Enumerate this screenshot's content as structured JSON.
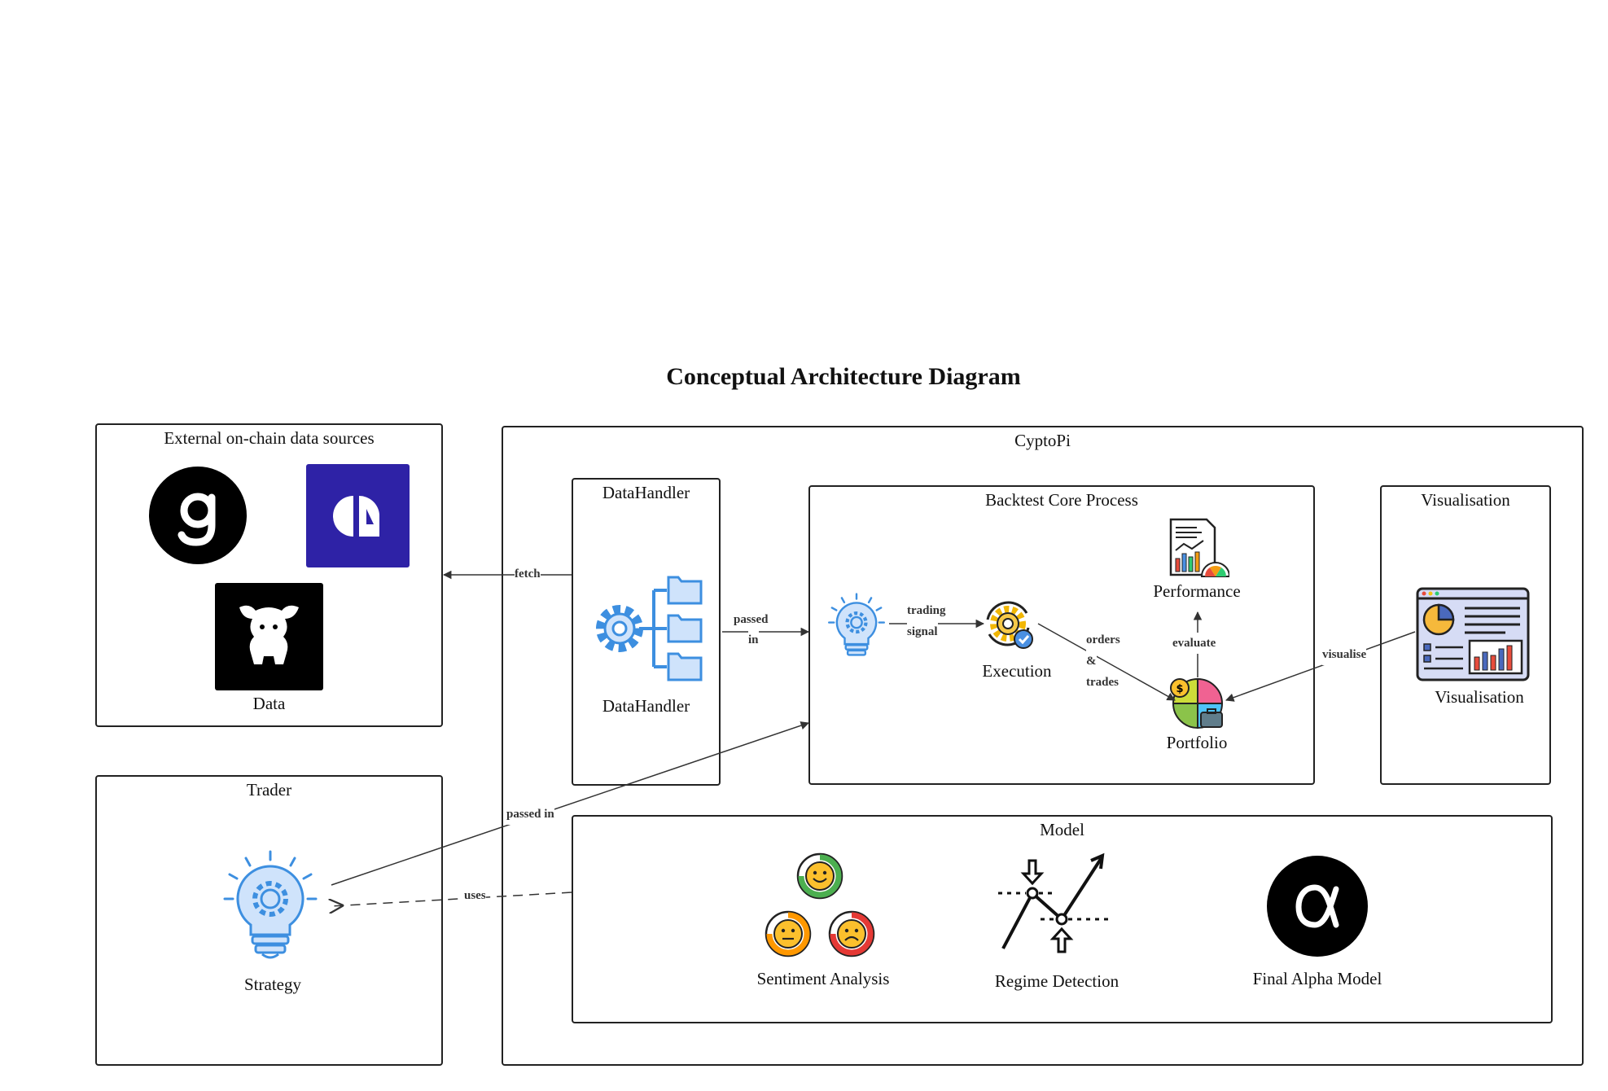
{
  "title": "Conceptual Architecture Diagram",
  "external": {
    "title": "External on-chain data sources",
    "data_label": "Data"
  },
  "trader": {
    "title": "Trader",
    "strategy_label": "Strategy"
  },
  "cyptopi": {
    "title": "CyptoPi"
  },
  "datahandler": {
    "title": "DataHandler",
    "label": "DataHandler"
  },
  "backtest": {
    "title": "Backtest Core Process",
    "execution_label": "Execution",
    "performance_label": "Performance",
    "portfolio_label": "Portfolio"
  },
  "visualisation": {
    "title": "Visualisation",
    "label": "Visualisation"
  },
  "model": {
    "title": "Model",
    "sentiment_label": "Sentiment Analysis",
    "regime_label": "Regime Detection",
    "alpha_label": "Final Alpha Model"
  },
  "edges": {
    "fetch": "fetch",
    "passed_in_1": "passed",
    "passed_in_2": "in",
    "trading_1": "trading",
    "trading_2": "signal",
    "orders_1": "orders",
    "orders_2": "&",
    "orders_3": "trades",
    "evaluate": "evaluate",
    "visualise": "visualise",
    "passed_in_strategy": "passed in",
    "uses": "uses"
  },
  "colors": {
    "blue_icon": "#3d8fe0",
    "light_blue_fill": "#cfe3fb",
    "purple_logo": "#2e22a6",
    "black_logo": "#000000"
  },
  "icons": [
    "g-logo-icon",
    "iq-logo-icon",
    "cow-logo-icon",
    "gear-folders-icon",
    "lightbulb-gear-icon",
    "execution-gear-icon",
    "performance-report-icon",
    "portfolio-pie-icon",
    "dashboard-icon",
    "sentiment-faces-icon",
    "regime-chart-icon",
    "alpha-icon"
  ]
}
